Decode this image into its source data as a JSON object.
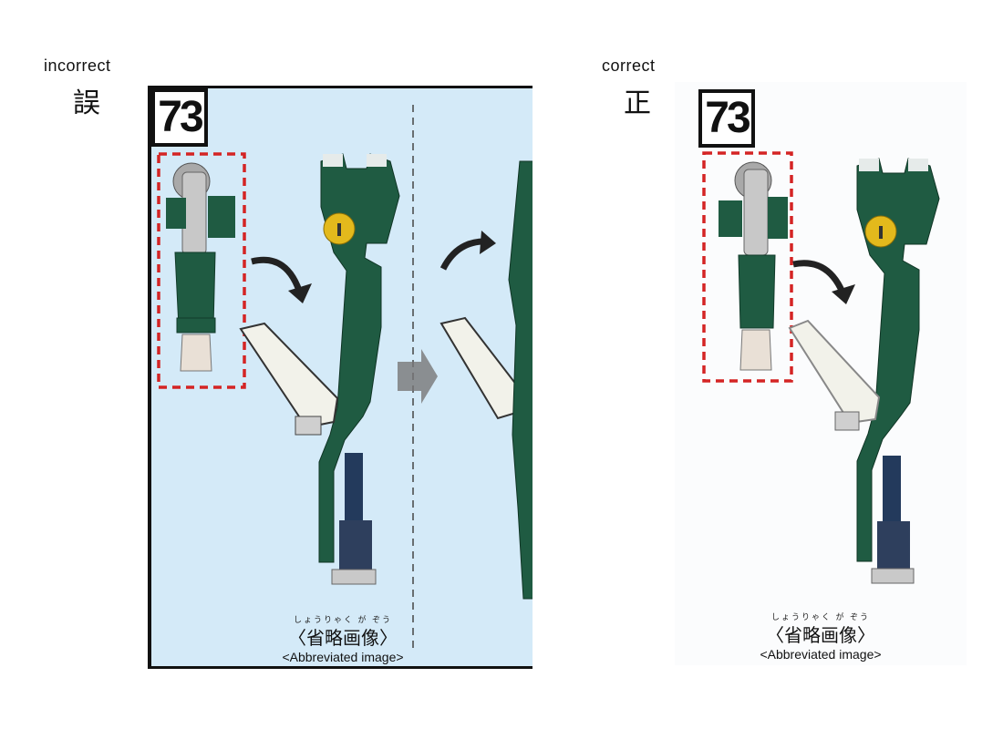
{
  "incorrect": {
    "label_en": "incorrect",
    "label_jp": "誤",
    "step_number": "73",
    "caption_furigana": "しょうりゃく が ぞう",
    "caption_jp": "〈省略画像〉",
    "caption_en": "<Abbreviated image>"
  },
  "correct": {
    "label_en": "correct",
    "label_jp": "正",
    "step_number": "73",
    "caption_furigana": "しょうりゃく が ぞう",
    "caption_jp": "〈省略画像〉",
    "caption_en": "<Abbreviated image>"
  },
  "colors": {
    "panel_background": "#d4eaf8",
    "part_green": "#1f5b42",
    "highlight_red": "#d42424",
    "yellow_part": "#e3b91c"
  }
}
